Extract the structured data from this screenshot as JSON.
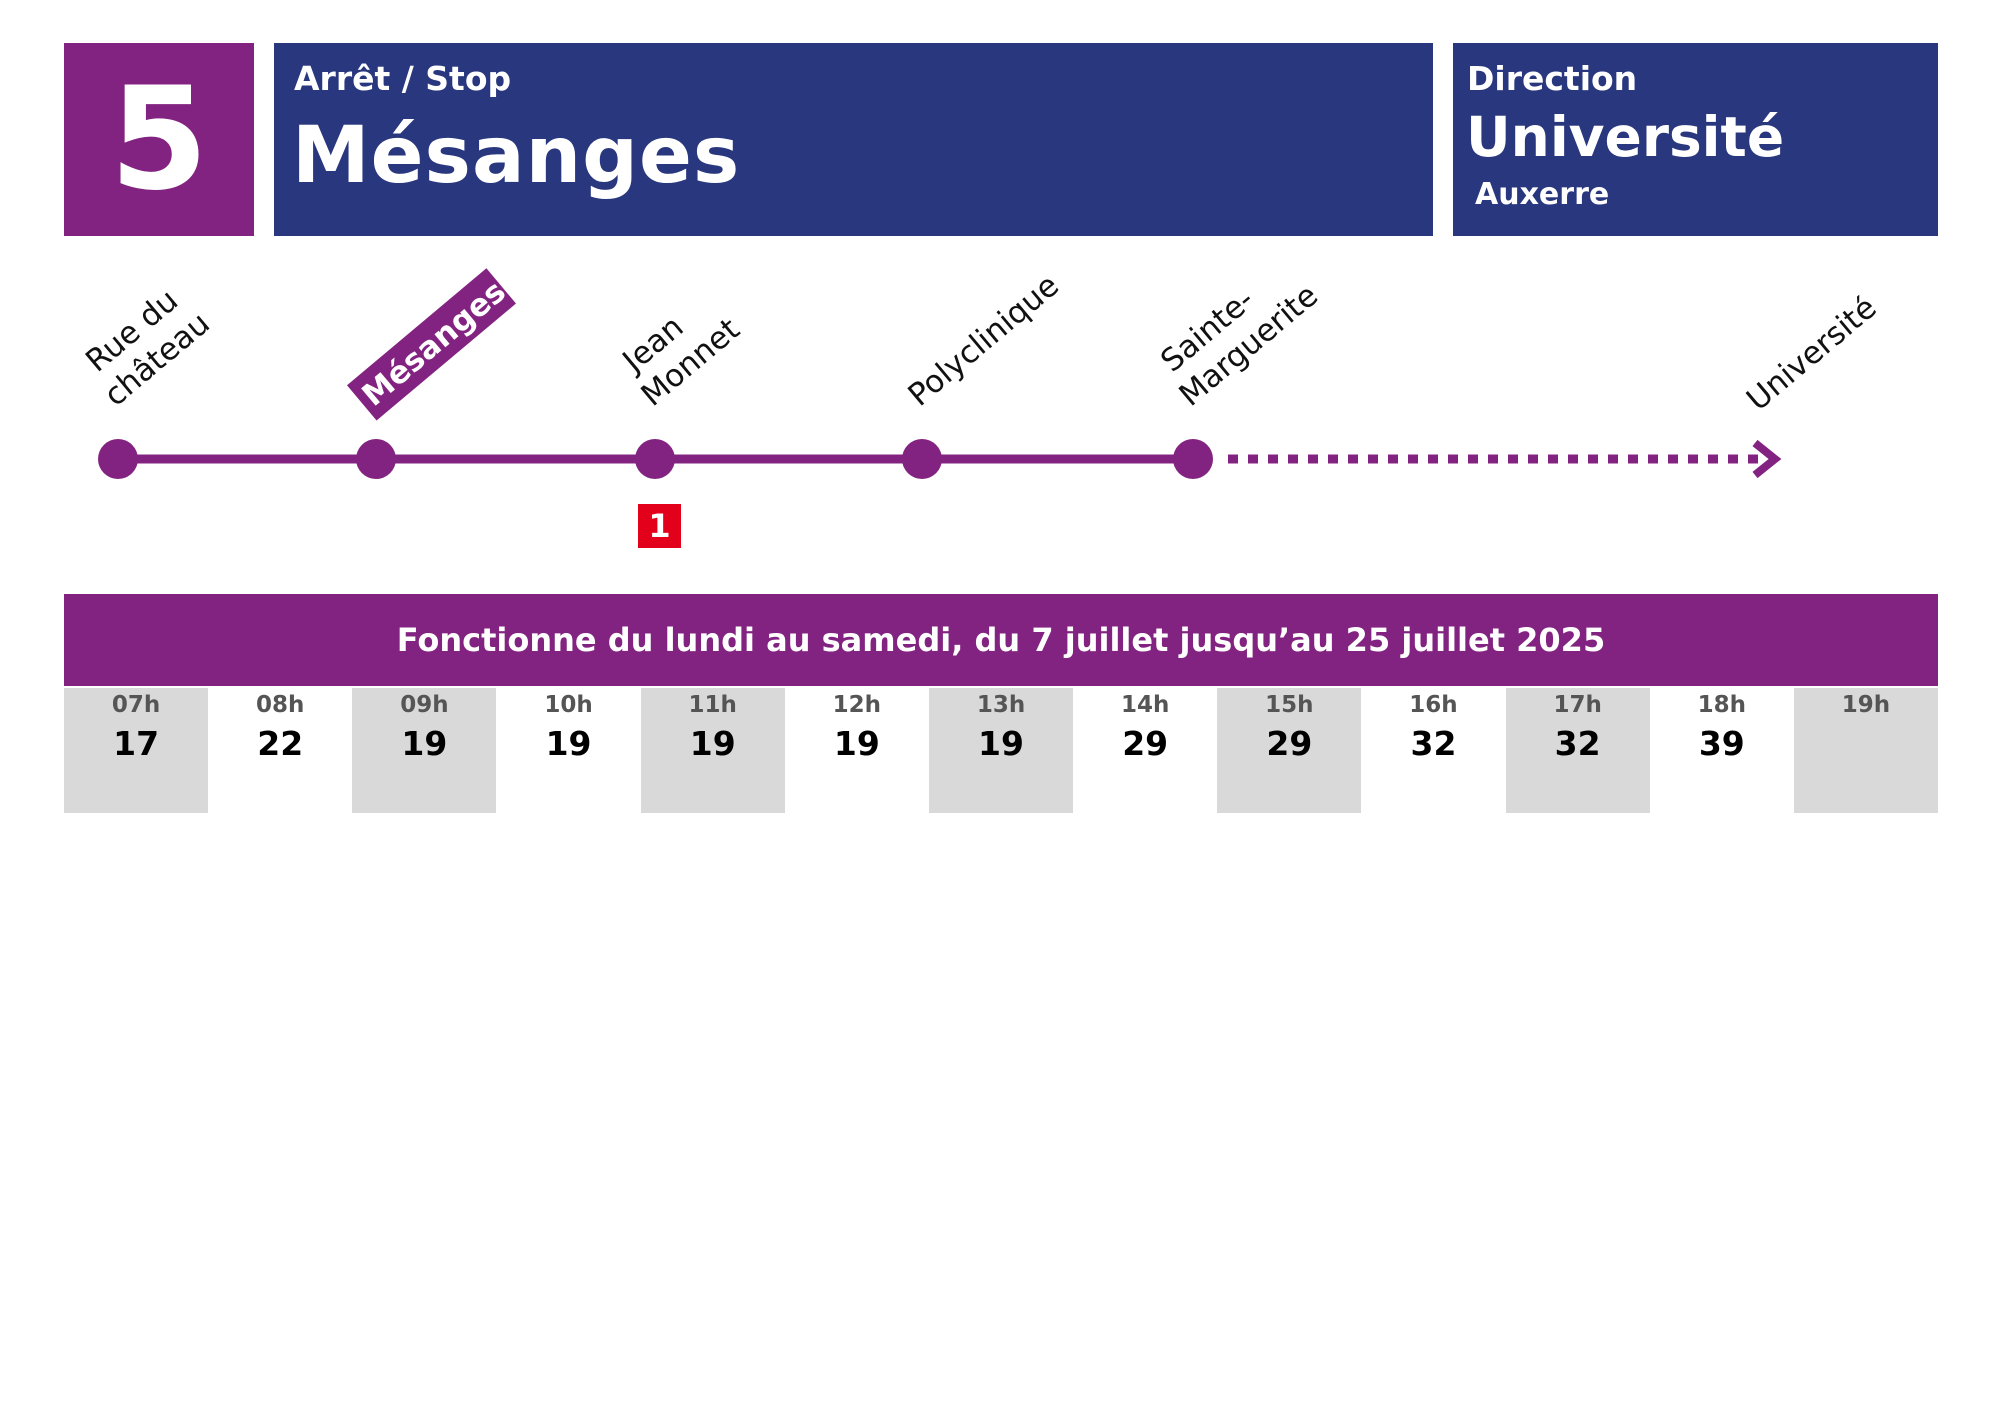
{
  "header": {
    "line_number": "5",
    "stop_label": "Arrêt / Stop",
    "stop_name": "Mésanges",
    "direction_label": "Direction",
    "direction_name": "Université",
    "direction_city": "Auxerre"
  },
  "route": {
    "stops": [
      {
        "lines": [
          "Rue du",
          "château"
        ],
        "current": false
      },
      {
        "lines": [
          "Mésanges"
        ],
        "current": true
      },
      {
        "lines": [
          "Jean",
          "Monnet"
        ],
        "current": false,
        "connection": "1"
      },
      {
        "lines": [
          "Polyclinique"
        ],
        "current": false
      },
      {
        "lines": [
          "Sainte-",
          "Marguerite"
        ],
        "current": false
      }
    ],
    "terminus": "Université",
    "connection_badge": "1",
    "colors": {
      "line": "#832381",
      "connection": "#e2001a"
    }
  },
  "period": "Fonctionne du lundi au samedi, du 7 juillet jusqu’au 25 juillet 2025",
  "timetable": [
    {
      "hour": "07h",
      "minutes": "17"
    },
    {
      "hour": "08h",
      "minutes": "22"
    },
    {
      "hour": "09h",
      "minutes": "19"
    },
    {
      "hour": "10h",
      "minutes": "19"
    },
    {
      "hour": "11h",
      "minutes": "19"
    },
    {
      "hour": "12h",
      "minutes": "19"
    },
    {
      "hour": "13h",
      "minutes": "19"
    },
    {
      "hour": "14h",
      "minutes": "29"
    },
    {
      "hour": "15h",
      "minutes": "29"
    },
    {
      "hour": "16h",
      "minutes": "32"
    },
    {
      "hour": "17h",
      "minutes": "32"
    },
    {
      "hour": "18h",
      "minutes": "39"
    },
    {
      "hour": "19h",
      "minutes": ""
    }
  ],
  "colors": {
    "purple": "#832381",
    "navy": "#29377e",
    "shade": "#d9d9d9"
  }
}
